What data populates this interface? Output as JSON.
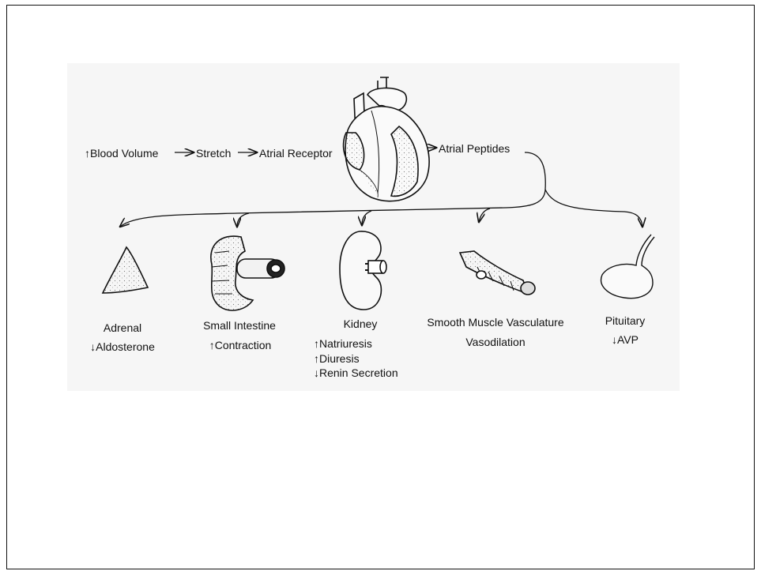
{
  "flow": {
    "blood_volume": "↑Blood Volume",
    "stretch": "Stretch",
    "atrial_receptor": "Atrial Receptor",
    "atrial_peptides": "Atrial Peptides"
  },
  "targets": {
    "adrenal": {
      "name": "Adrenal",
      "effects": [
        "↓Aldosterone"
      ]
    },
    "small_intestine": {
      "name": "Small Intestine",
      "effects": [
        "↑Contraction"
      ]
    },
    "kidney": {
      "name": "Kidney",
      "effects": [
        "↑Natriuresis",
        "↑Diuresis",
        "↓Renin Secretion"
      ]
    },
    "smooth_muscle": {
      "name": "Smooth Muscle Vasculature",
      "effects": [
        "Vasodilation"
      ]
    },
    "pituitary": {
      "name": "Pituitary",
      "effects": [
        "↓AVP"
      ]
    }
  }
}
